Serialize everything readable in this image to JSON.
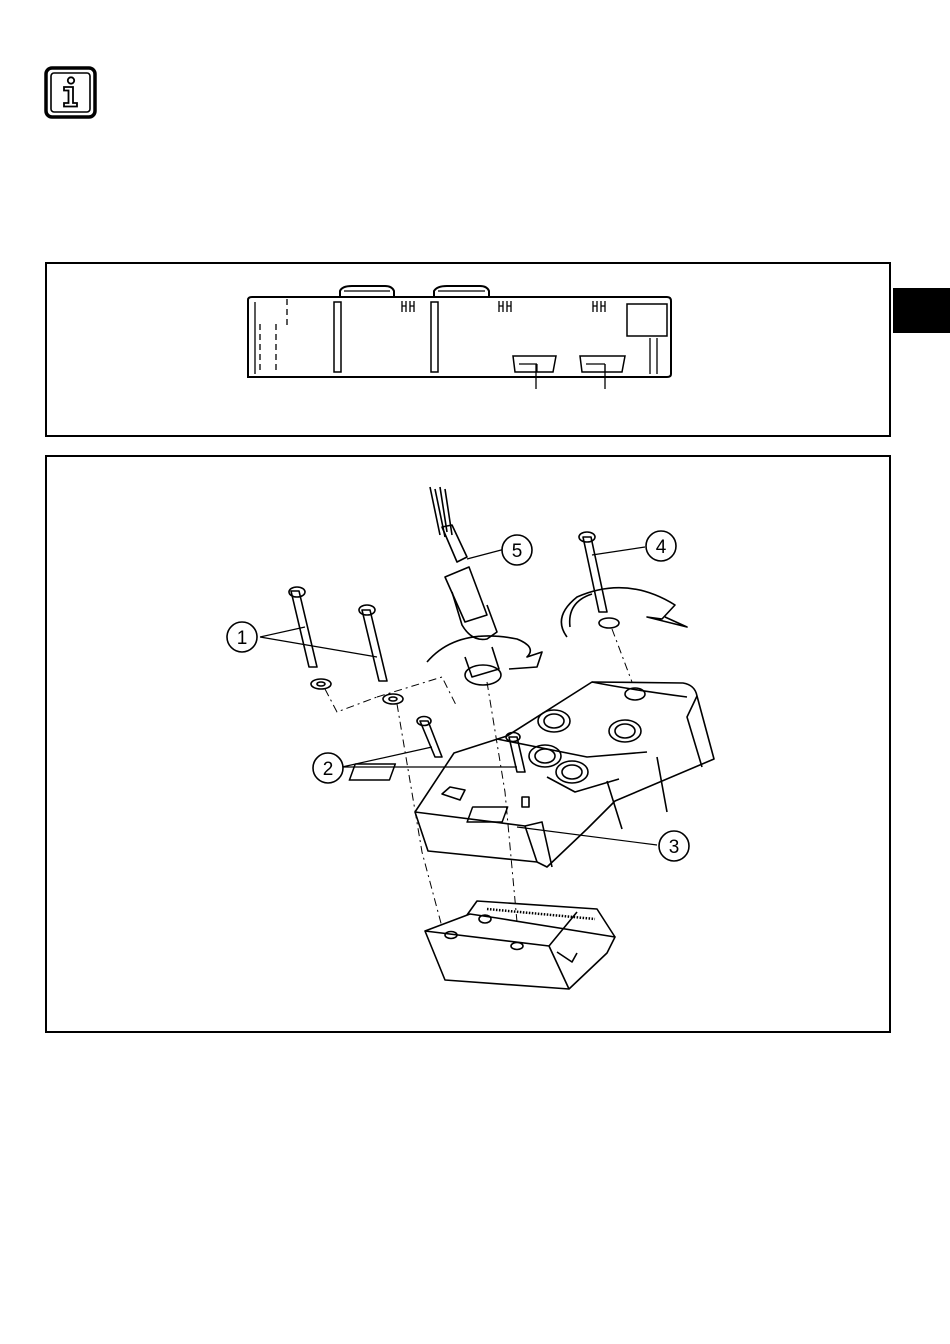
{
  "callouts": {
    "c1": "1",
    "c2": "2",
    "c3": "3",
    "c4": "4",
    "c5": "5"
  },
  "icons": {
    "info": "info-icon",
    "tab": "section-tab-marker"
  }
}
